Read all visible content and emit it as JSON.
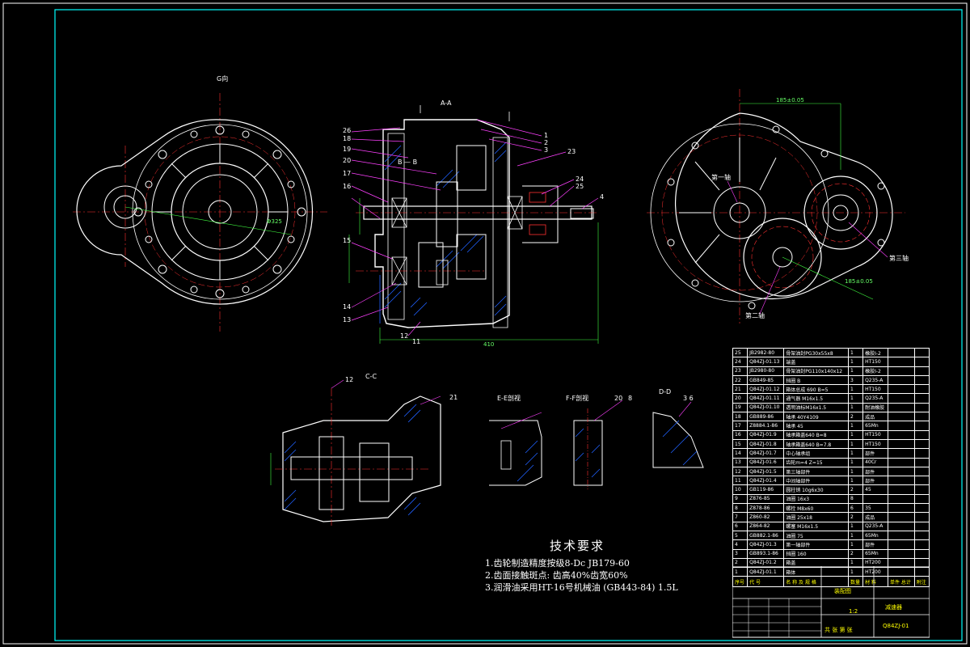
{
  "views": {
    "g_view": "G向",
    "section_aa": "A-A",
    "section_bb": "B — B",
    "section_cc": "C-C",
    "section_ee": "E-E剖视",
    "section_ff": "F-F剖视",
    "section_dd": "D-D",
    "shaft1": "第一轴",
    "shaft2": "第二轴",
    "shaft3": "第三轴",
    "dim_main": "410",
    "dim_top": "185±0.05",
    "dim_side": "185±0.05"
  },
  "leaders_left": [
    "26",
    "18",
    "19",
    "20",
    "17",
    "16",
    "15",
    "14",
    "13",
    "12",
    "11"
  ],
  "leaders_right": [
    "1",
    "2",
    "3",
    "23",
    "24",
    "25",
    "4"
  ],
  "tech": {
    "title": "技术要求",
    "items": [
      "1.齿轮制造精度按级8-Dc    JB179-60",
      "2.齿面接触斑点: 齿高40%齿宽60%",
      "3.润滑油采用HT-16号机械油 (GB443-84) 1.5L"
    ]
  },
  "bom": {
    "rows": [
      [
        "25",
        "JB2982-80",
        "骨架油封PG30x55x8",
        "1",
        "橡胶Ⅰ-2"
      ],
      [
        "24",
        "Q84ZJ-01.13",
        "端盖",
        "1",
        "HT150"
      ],
      [
        "23",
        "JB2980-80",
        "骨架油封PG110x140x12",
        "1",
        "橡胶Ⅰ-2"
      ],
      [
        "22",
        "GB849-85",
        "挡圈 B",
        "3",
        "Q235-A"
      ],
      [
        "21",
        "Q84ZJ-01.12",
        "箱体总成 690 B=5",
        "1",
        "HT150"
      ],
      [
        "20",
        "Q84ZJ-01.11",
        "通气器 M16x1.5",
        "1",
        "Q235-A"
      ],
      [
        "19",
        "Q84ZJ-01.10",
        "透明油标M16x1.5",
        "1",
        "耐油橡胶"
      ],
      [
        "18",
        "GB889-86",
        "轴承 40Y4109",
        "2",
        "成品"
      ],
      [
        "17",
        "Z8884.1-86",
        "轴承 45",
        "1",
        "65Mn"
      ],
      [
        "16",
        "Q84ZJ-01.9",
        "轴承箱盖640 B=8",
        "1",
        "HT150"
      ],
      [
        "15",
        "Q84ZJ-01.8",
        "轴承箱盖640 B=7.8",
        "1",
        "HT150"
      ],
      [
        "14",
        "Q84ZJ-01.7",
        "中心轴承组",
        "1",
        "部件"
      ],
      [
        "13",
        "Q84ZJ-01.6",
        "齿轮m=4 Z=15",
        "1",
        "40Cr"
      ],
      [
        "12",
        "Q84ZJ-01.5",
        "第三轴部件",
        "1",
        "部件"
      ],
      [
        "11",
        "Q84ZJ-01.4",
        "中间轴部件",
        "1",
        "部件"
      ],
      [
        "10",
        "GB119-86",
        "圆柱销 10g6x30",
        "2",
        "45"
      ],
      [
        "9",
        "Z876-85",
        "油圈 16x3",
        "8",
        ""
      ],
      [
        "8",
        "Z878-86",
        "螺栓 M8x60",
        "6",
        "35"
      ],
      [
        "7",
        "Z860-82",
        "油圈 25x18",
        "2",
        "成品"
      ],
      [
        "6",
        "Z864-82",
        "螺塞 M16x1.5",
        "1",
        "Q235-A"
      ],
      [
        "5",
        "GB882.1-86",
        "油圈 75",
        "1",
        "65Mn"
      ],
      [
        "4",
        "Q84ZJ-01.3",
        "第一轴部件",
        "1",
        "部件"
      ],
      [
        "3",
        "GB893.1-86",
        "挡圈 160",
        "2",
        "65Mn"
      ],
      [
        "2",
        "Q84ZJ-01.2",
        "箱盖",
        "1",
        "HT200"
      ],
      [
        "1",
        "Q84ZJ-01.1",
        "箱体",
        "1",
        "HT200"
      ]
    ],
    "header": [
      "序号",
      "代  号",
      "名 称 及 规 格",
      "数量",
      "材  料",
      "单件 总计",
      "附注"
    ]
  },
  "title_block": {
    "drawing_name": "装配图",
    "product_name": "减速器",
    "drawing_no": "Q84ZJ-01",
    "scale": "1:2",
    "sheet": "共 张 第 张"
  },
  "colors": {
    "outline": "#ffffff",
    "center": "#ff3030",
    "hatch": "#2060ff",
    "leader": "#ff40ff",
    "dim": "#40ff40",
    "cyan": "#00ffff",
    "yellow": "#ffff00"
  }
}
